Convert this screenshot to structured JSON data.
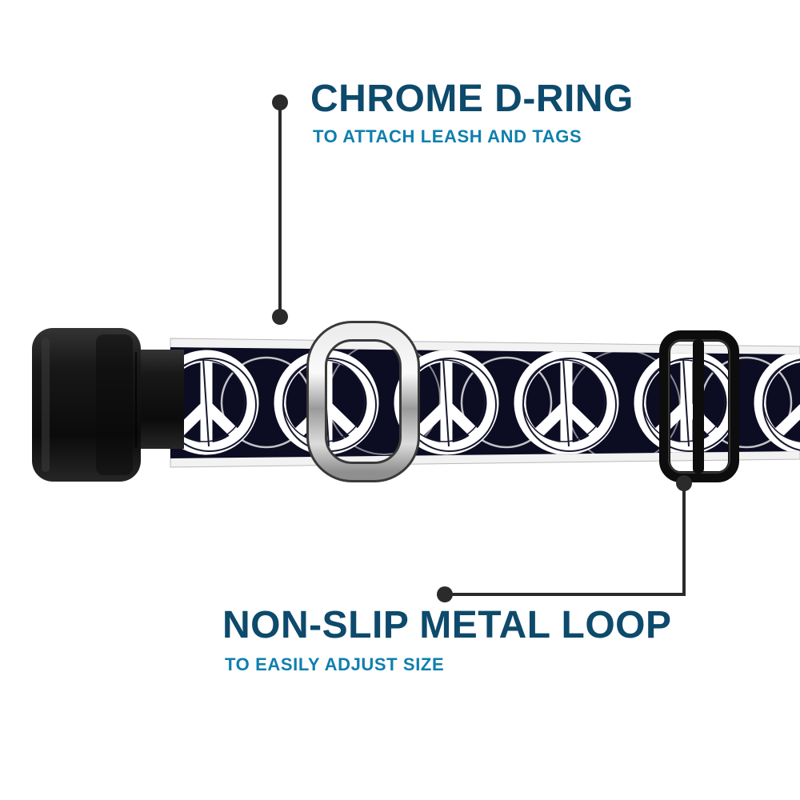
{
  "callouts": {
    "top": {
      "title": "CHROME D-RING",
      "subtitle": "TO ATTACH LEASH AND TAGS"
    },
    "bottom": {
      "title": "NON-SLIP METAL LOOP",
      "subtitle": "TO EASILY ADJUST SIZE"
    }
  },
  "colors": {
    "title_text": "#0d4a6b",
    "subtitle_text": "#0e7fae",
    "connector": "#2b2b2b",
    "strap_background": "#0c0c22",
    "strap_pattern": "#ffffff",
    "strap_edge": "#f2f2f2",
    "buckle_plastic": "#141414",
    "d_ring_chrome": "#c9c9c9",
    "metal_loop": "#0d0d0d",
    "page_background": "#ffffff"
  },
  "collar_parts": {
    "buckle": "side-release-buckle",
    "d_ring": "chrome-d-ring",
    "loop": "non-slip-metal-loop",
    "strap": "peace-sign-pattern-strap"
  }
}
